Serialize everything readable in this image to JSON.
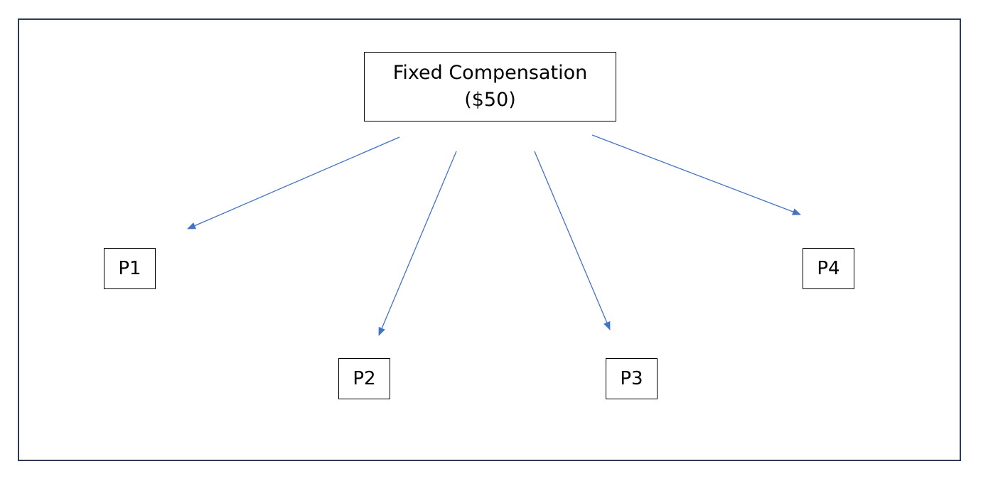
{
  "diagram": {
    "root": {
      "line1": "Fixed Compensation",
      "line2": "($50)"
    },
    "participants": [
      "P1",
      "P2",
      "P3",
      "P4"
    ],
    "edges": [
      {
        "from": "root",
        "to": "P1"
      },
      {
        "from": "root",
        "to": "P2"
      },
      {
        "from": "root",
        "to": "P3"
      },
      {
        "from": "root",
        "to": "P4"
      }
    ],
    "colors": {
      "arrow": "#4472c4",
      "frame": "#2e3b56",
      "box_border": "#000000"
    }
  }
}
